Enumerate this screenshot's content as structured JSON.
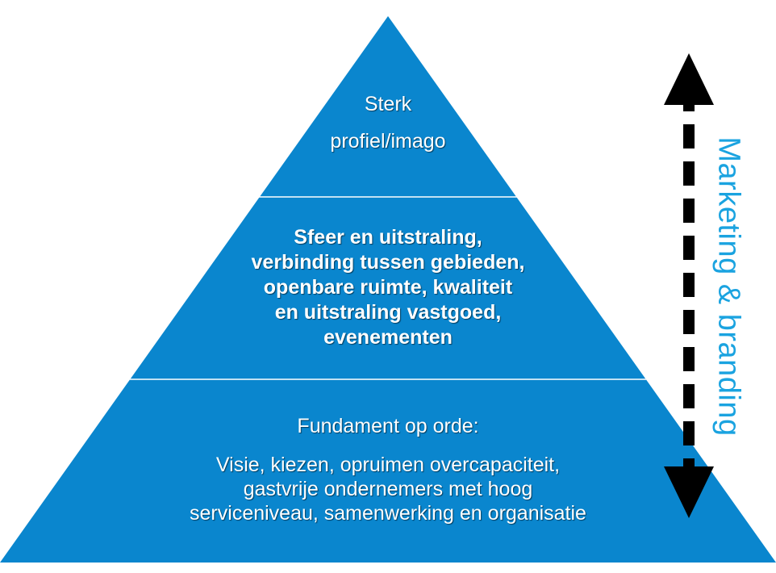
{
  "colors": {
    "pyramid_fill": "#0a86ce",
    "divider": "#ffffff",
    "arrow": "#000000",
    "side_label": "#1aa3e0"
  },
  "pyramid": {
    "top": {
      "title": "Sterk",
      "subtitle": "profiel/imago"
    },
    "middle": {
      "lines": [
        "Sfeer en uitstraling,",
        "verbinding tussen gebieden,",
        "openbare ruimte,  kwaliteit",
        "en uitstraling vastgoed,",
        "evenementen"
      ]
    },
    "bottom": {
      "title": "Fundament op orde:",
      "lines": [
        "Visie, kiezen, opruimen overcapaciteit,",
        "gastvrije ondernemers met hoog",
        "serviceniveau, samenwerking en organisatie"
      ]
    }
  },
  "side_label": "Marketing & branding",
  "icons": {
    "arrow": "double-headed-dashed-arrow-icon"
  }
}
